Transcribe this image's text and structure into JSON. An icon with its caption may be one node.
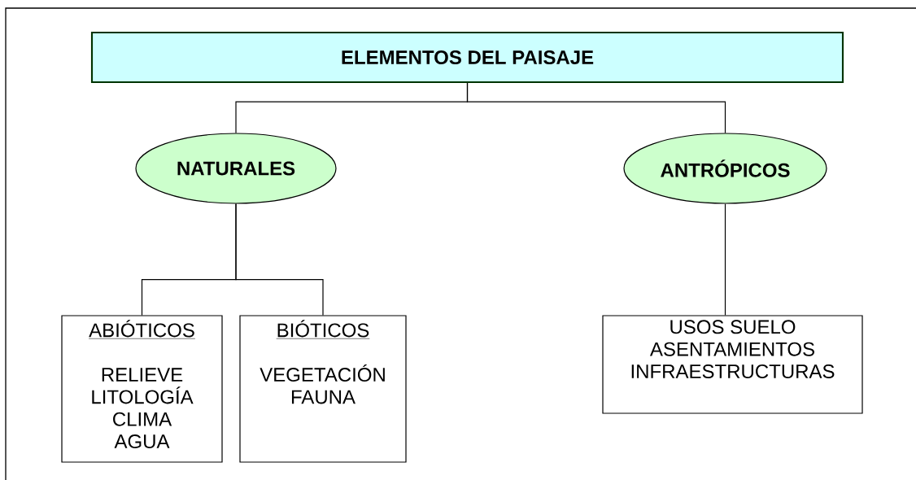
{
  "diagram": {
    "nodes": [
      {
        "text": [
          "ELEMENTOS DEL PAISAJE"
        ]
      },
      {
        "text": [
          "NATURALES"
        ]
      },
      {
        "text": [
          "ANTRÓPICOS"
        ]
      },
      {
        "text": [
          "ABIÓTICOS",
          "RELIEVE LITOLOGÍA CLIMA AGUA"
        ]
      },
      {
        "text": [
          "BIÓTICOS",
          "VEGETACIÓN FAUNA"
        ]
      },
      {
        "text": [
          "USOS SUELO ASENTAMIENTOS INFRAESTRUCTURAS"
        ]
      }
    ],
    "edges": [
      {
        "from": 0,
        "to": 1,
        "arrow": "none"
      },
      {
        "from": 0,
        "to": 2,
        "arrow": "none"
      },
      {
        "from": 1,
        "to": 3,
        "arrow": "none"
      },
      {
        "from": 1,
        "to": 4,
        "arrow": "none"
      },
      {
        "from": 2,
        "to": 5,
        "arrow": "none"
      }
    ]
  }
}
